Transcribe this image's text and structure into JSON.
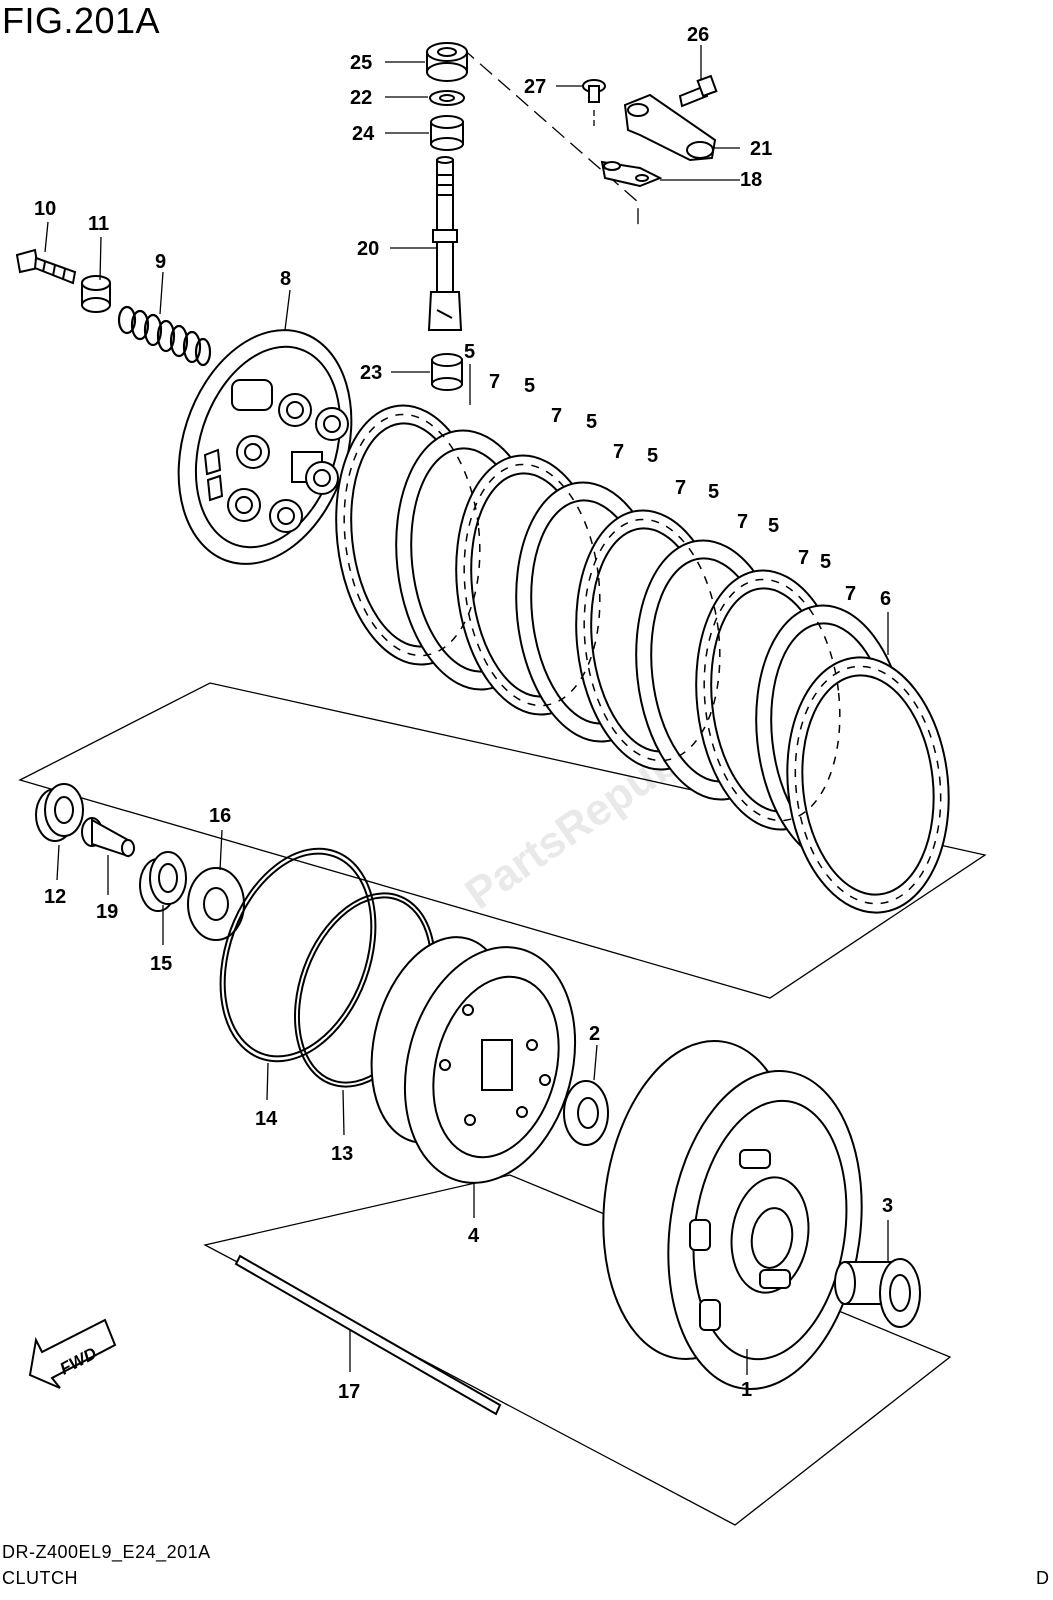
{
  "figure": {
    "title": "FIG.201A",
    "model_code": "DR-Z400EL9_E24_201A",
    "section_name": "CLUTCH",
    "page_mark": "D",
    "direction_arrow": "FWD",
    "watermark": "PartsRepublik"
  },
  "callouts": [
    {
      "id": "c1",
      "label": "1"
    },
    {
      "id": "c2",
      "label": "2"
    },
    {
      "id": "c3",
      "label": "3"
    },
    {
      "id": "c4",
      "label": "4"
    },
    {
      "id": "c5a",
      "label": "5"
    },
    {
      "id": "c5b",
      "label": "5"
    },
    {
      "id": "c5c",
      "label": "5"
    },
    {
      "id": "c5d",
      "label": "5"
    },
    {
      "id": "c5e",
      "label": "5"
    },
    {
      "id": "c5f",
      "label": "5"
    },
    {
      "id": "c5g",
      "label": "5"
    },
    {
      "id": "c6",
      "label": "6"
    },
    {
      "id": "c7a",
      "label": "7"
    },
    {
      "id": "c7b",
      "label": "7"
    },
    {
      "id": "c7c",
      "label": "7"
    },
    {
      "id": "c7d",
      "label": "7"
    },
    {
      "id": "c7e",
      "label": "7"
    },
    {
      "id": "c7f",
      "label": "7"
    },
    {
      "id": "c7g",
      "label": "7"
    },
    {
      "id": "c8",
      "label": "8"
    },
    {
      "id": "c9",
      "label": "9"
    },
    {
      "id": "c10",
      "label": "10"
    },
    {
      "id": "c11",
      "label": "11"
    },
    {
      "id": "c12",
      "label": "12"
    },
    {
      "id": "c13",
      "label": "13"
    },
    {
      "id": "c14",
      "label": "14"
    },
    {
      "id": "c15",
      "label": "15"
    },
    {
      "id": "c16",
      "label": "16"
    },
    {
      "id": "c17",
      "label": "17"
    },
    {
      "id": "c18",
      "label": "18"
    },
    {
      "id": "c19",
      "label": "19"
    },
    {
      "id": "c20",
      "label": "20"
    },
    {
      "id": "c21",
      "label": "21"
    },
    {
      "id": "c22",
      "label": "22"
    },
    {
      "id": "c23",
      "label": "23"
    },
    {
      "id": "c24",
      "label": "24"
    },
    {
      "id": "c25",
      "label": "25"
    },
    {
      "id": "c26",
      "label": "26"
    },
    {
      "id": "c27",
      "label": "27"
    }
  ]
}
